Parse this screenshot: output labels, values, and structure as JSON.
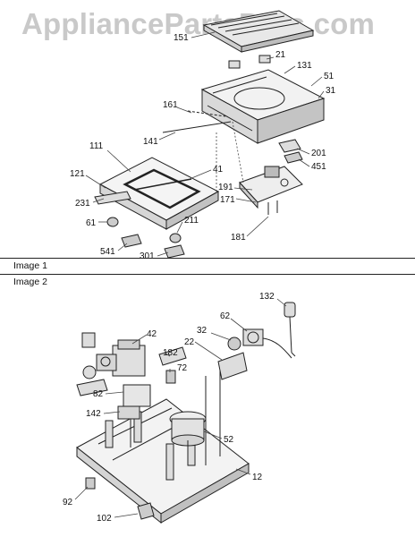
{
  "watermark": "AppliancePartsPros.com",
  "sections": [
    {
      "label": "Image 1",
      "callouts": [
        "151",
        "21",
        "131",
        "51",
        "31",
        "161",
        "141",
        "111",
        "41",
        "121",
        "231",
        "191",
        "201",
        "451",
        "171",
        "61",
        "211",
        "541",
        "301",
        "181"
      ]
    },
    {
      "label": "Image 2",
      "callouts": [
        "132",
        "62",
        "42",
        "32",
        "22",
        "182",
        "72",
        "82",
        "142",
        "52",
        "92",
        "12",
        "102"
      ]
    }
  ]
}
